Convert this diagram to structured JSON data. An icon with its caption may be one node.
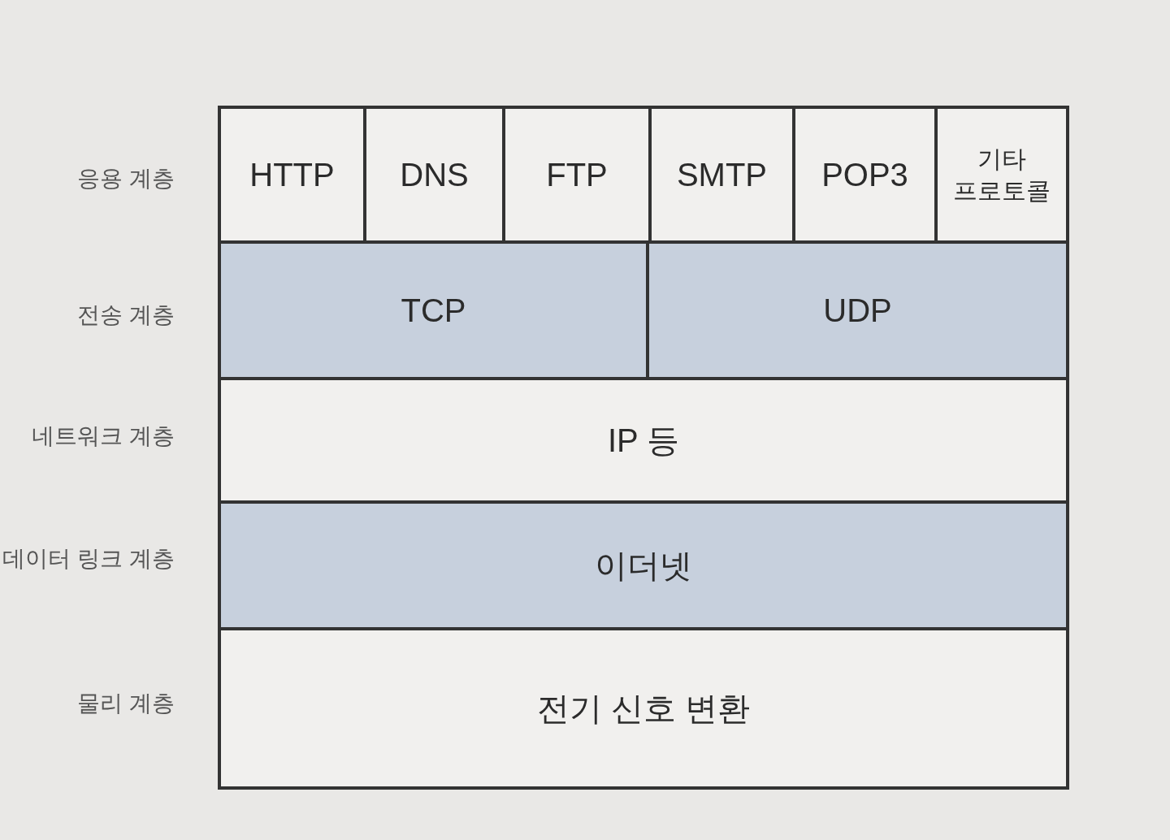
{
  "diagram": {
    "nodes": [
      {
        "text": [
          "HTTP"
        ]
      },
      {
        "text": [
          "DNS"
        ]
      },
      {
        "text": [
          "FTP"
        ]
      },
      {
        "text": [
          "SMTP"
        ]
      },
      {
        "text": [
          "POP3"
        ]
      },
      {
        "text": [
          "기타 프로토콜"
        ]
      },
      {
        "text": [
          "TCP"
        ]
      },
      {
        "text": [
          "UDP"
        ]
      },
      {
        "text": [
          "IP 등"
        ]
      },
      {
        "text": [
          "이더넷"
        ]
      },
      {
        "text": [
          "전기 신호 변환"
        ]
      }
    ],
    "labels": [
      "응용 계층",
      "전송 계층",
      "네트워크 계층",
      "데이터 링크 계층",
      "물리 계층"
    ]
  }
}
